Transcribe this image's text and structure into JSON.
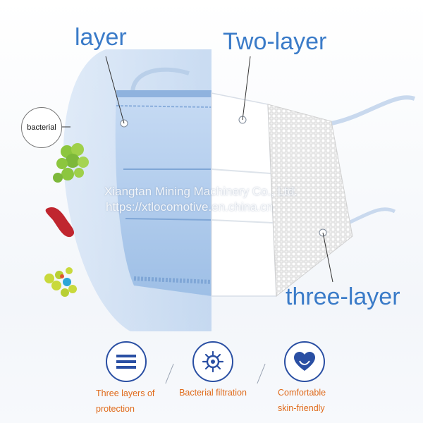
{
  "labels": {
    "layer": "layer",
    "two_layer": "Two-layer",
    "three_layer": "three-layer",
    "bacterial": "bacterial"
  },
  "watermark": {
    "line1": "Xiangtan Mining Machinery Co., Ltd.",
    "line2": "https://xtlocomotive.en.china.cn"
  },
  "features": [
    {
      "line1": "Three layers of",
      "line2": "protection",
      "icon": "layers-icon"
    },
    {
      "line1": "Bacterial filtration",
      "line2": "",
      "icon": "virus-icon"
    },
    {
      "line1": "Comfortable",
      "line2": "skin-friendly",
      "icon": "heart-skin-icon"
    }
  ],
  "colors": {
    "label_blue": "#3a7bc8",
    "mask_blue": "#a9c8ea",
    "icon_navy": "#2a4fa3",
    "caption_orange": "#e06a1b"
  }
}
